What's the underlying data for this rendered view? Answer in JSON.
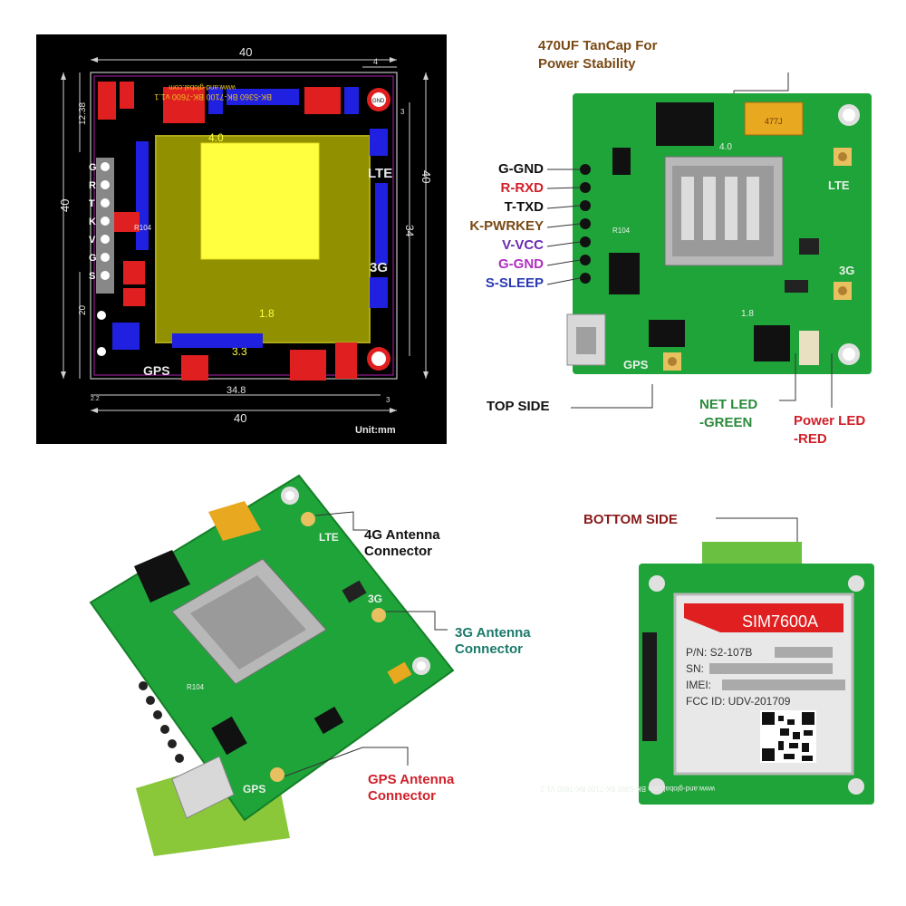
{
  "colors": {
    "pcb_green": "#1fa43a",
    "pcb_dark": "#178a2e",
    "drawing_bg": "#000000",
    "label_brown": "#7a4a14",
    "label_red": "#d0202a",
    "label_green": "#2a8a3a",
    "label_teal": "#1a7a6a",
    "label_purple": "#6a2ab0",
    "label_dark_red": "#8a1a1a"
  },
  "drawing": {
    "dim_top": "40",
    "dim_small_top": "4",
    "dim_left_top": "12.38",
    "dim_left": "40",
    "dim_left_bottom": "20",
    "dim_right": "40",
    "dim_right_inner": "34",
    "dim_bottom_inner": "34.8",
    "dim_bottom": "40",
    "dim_bottom_right": "3",
    "dim_bottom_left": "2.2",
    "dim_right_small": "3",
    "label_4_0": "4.0",
    "label_1_8": "1.8",
    "label_3_3": "3.3",
    "label_lte": "LTE",
    "label_3g": "3G",
    "label_gps": "GPS",
    "label_r104": "R104",
    "silk_text": "BK-5360 BK-7100 BK-7600 v1.1",
    "silk_url": "www.and-global.com",
    "pin_letters": [
      "G",
      "R",
      "T",
      "K",
      "V",
      "G",
      "S"
    ],
    "unit": "Unit:mm",
    "gnd_label": "GND"
  },
  "top_side": {
    "cap_label_line1": "470UF TanCap For",
    "cap_label_line2": "Power Stability",
    "pins": [
      {
        "text": "G-GND",
        "color": "#111111"
      },
      {
        "text": "R-RXD",
        "color": "#d0202a"
      },
      {
        "text": "T-TXD",
        "color": "#111111"
      },
      {
        "text": "K-PWRKEY",
        "color": "#7a4a14"
      },
      {
        "text": "V-VCC",
        "color": "#6a2ab0"
      },
      {
        "text": "G-GND",
        "color": "#b030c0"
      },
      {
        "text": "S-SLEEP",
        "color": "#2a3ab0"
      }
    ],
    "top_side_label": "TOP SIDE",
    "net_led_line1": "NET LED",
    "net_led_line2": "-GREEN",
    "power_led_line1": "Power LED",
    "power_led_line2": "-RED",
    "board_lte": "LTE",
    "board_3g": "3G",
    "board_gps": "GPS",
    "board_4_0": "4.0",
    "board_1_8": "1.8",
    "board_r104": "R104",
    "cap_marking": "477J"
  },
  "perspective": {
    "ant_4g_line1": "4G Antenna",
    "ant_4g_line2": "Connector",
    "ant_3g_line1": "3G Antenna",
    "ant_3g_line2": "Connector",
    "gps_line1": "GPS Antenna",
    "gps_line2": "Connector",
    "board_lte": "LTE",
    "board_3g": "3G",
    "board_gps": "GPS",
    "board_r104": "R104"
  },
  "bottom_side": {
    "label": "BOTTOM SIDE",
    "module_name": "SIM7600A",
    "pn": "P/N: S2-107B",
    "sn": "SN:",
    "imei": "IMEI:",
    "fcc": "FCC ID: UDV-201709",
    "silk": "www.and-global.com BK-5360 BK-7100 BK-7600 V1.2"
  }
}
